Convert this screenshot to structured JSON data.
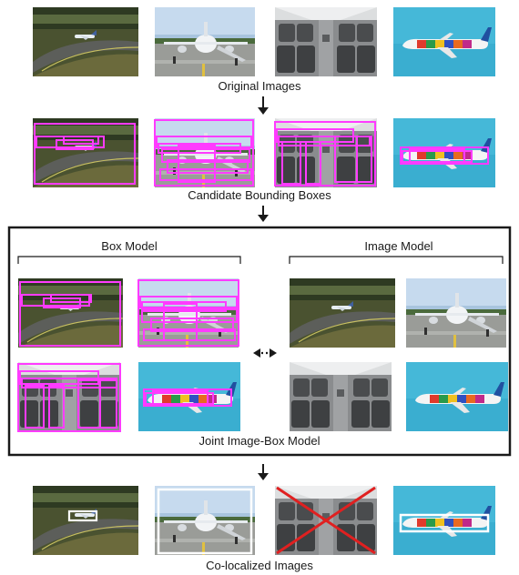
{
  "stages": {
    "original": "Original Images",
    "candidates": "Candidate Bounding Boxes",
    "joint": "Joint Image-Box Model",
    "colocalized": "Co-localized Images"
  },
  "models": {
    "box": "Box Model",
    "image": "Image Model"
  },
  "colors": {
    "candidate_box": "#ff3bff",
    "result_box": "#ffffff",
    "reject_cross": "#e02020",
    "panel_border": "#1a1a1a"
  },
  "images": [
    "airport-runway-plane",
    "airliner-on-tarmac",
    "airplane-cabin-interior",
    "painted-jumbo-jet"
  ]
}
